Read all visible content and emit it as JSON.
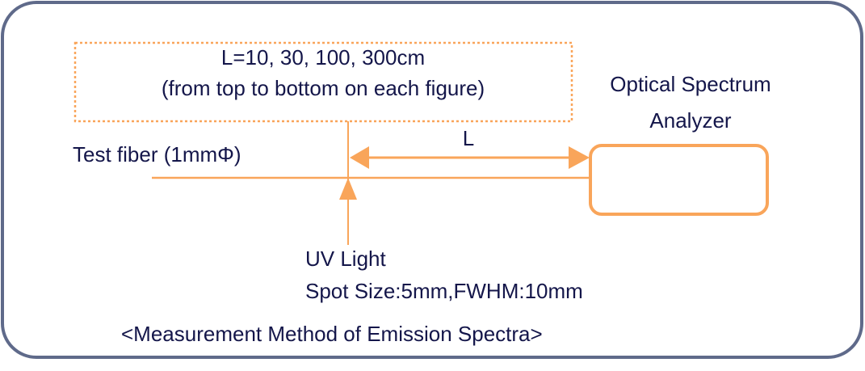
{
  "colors": {
    "frame": "#5f6a8a",
    "accent": "#f9a55a",
    "text": "#14164a"
  },
  "diagram": {
    "condition_line1": "L=10, 30, 100, 300cm",
    "condition_line2": "(from top to bottom on each figure)",
    "osa_line1": "Optical Spectrum",
    "osa_line2": "Analyzer",
    "distance_label": "L",
    "fiber_label": "Test fiber (1mmΦ)",
    "uv_label": "UV Light",
    "spot_label": "Spot Size:5mm,FWHM:10mm",
    "caption": "<Measurement  Method of Emission Spectra>"
  }
}
